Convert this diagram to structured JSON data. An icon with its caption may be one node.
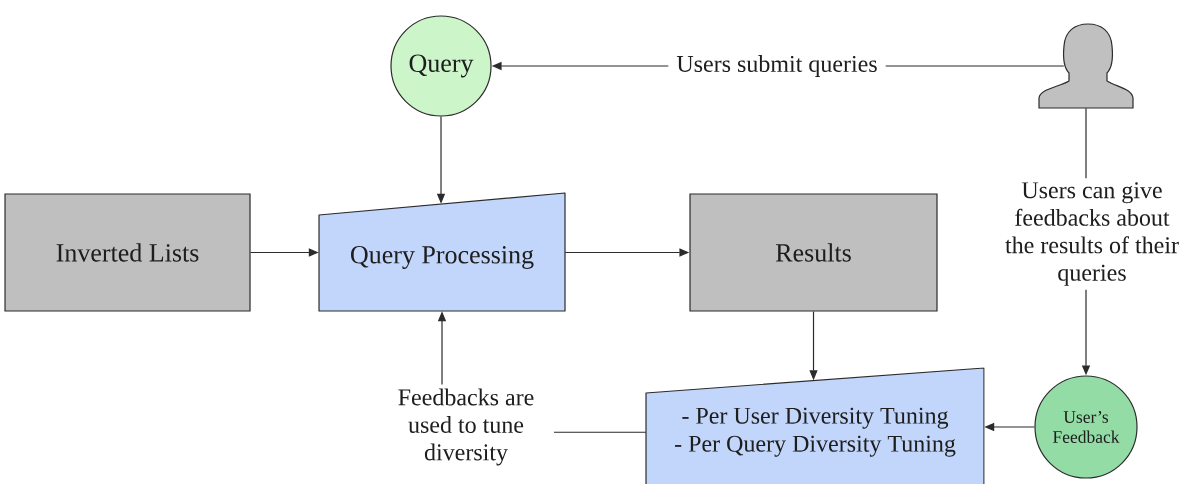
{
  "diagram": {
    "nodes": [
      {
        "text": [
          "Query"
        ]
      },
      {
        "text": [],
        "shape": "person"
      },
      {
        "text": [
          "Inverted Lists"
        ]
      },
      {
        "text": [
          "Query Processing"
        ]
      },
      {
        "text": [
          "Results"
        ]
      },
      {
        "text": [
          "- Per User Diversity Tuning",
          "- Per Query Diversity Tuning"
        ]
      },
      {
        "text": [
          "User’s Feedback"
        ]
      }
    ],
    "edges": [
      {
        "from": 1,
        "to": 0,
        "arrow": "to",
        "label": "Users submit queries"
      },
      {
        "from": 0,
        "to": 3,
        "arrow": "to"
      },
      {
        "from": 2,
        "to": 3,
        "arrow": "to"
      },
      {
        "from": 3,
        "to": 4,
        "arrow": "to"
      },
      {
        "from": 4,
        "to": 5,
        "arrow": "to"
      },
      {
        "from": 1,
        "to": 6,
        "arrow": "to",
        "label": "Users can give feedbacks about the results of their queries"
      },
      {
        "from": 6,
        "to": 5,
        "arrow": "to"
      },
      {
        "from": 5,
        "to": 3,
        "arrow": "to",
        "label": "Feedbacks are used to tune diversity"
      }
    ]
  }
}
